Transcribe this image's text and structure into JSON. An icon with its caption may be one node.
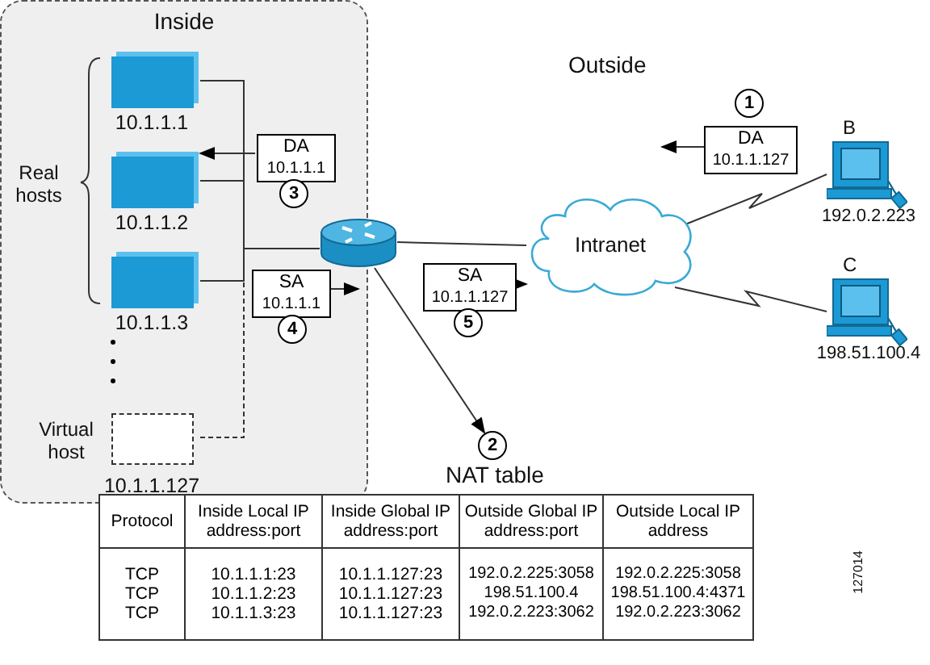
{
  "diagram": {
    "nodes": [
      {
        "text": [
          "Inside"
        ]
      },
      {
        "text": [
          "10.1.1.1"
        ],
        "in": 0
      },
      {
        "text": [
          "10.1.1.2"
        ],
        "in": 0
      },
      {
        "text": [
          "10.1.1.3"
        ],
        "in": 0
      },
      {
        "text": [
          "10.1.1.127"
        ],
        "in": 0,
        "beside": [
          "Virtual host"
        ]
      },
      {
        "text": [],
        "shape": "router"
      },
      {
        "text": [
          "Intranet"
        ]
      },
      {
        "text": [
          "B",
          "192.0.2.223"
        ]
      },
      {
        "text": [
          "C",
          "198.51.100.4"
        ]
      },
      {
        "text": [
          "2"
        ]
      },
      {
        "text": [
          "DA",
          "10.1.1.127"
        ]
      },
      {
        "text": [
          "DA",
          "10.1.1.1"
        ],
        "in": 0
      },
      {
        "text": [
          "SA",
          "10.1.1.1"
        ],
        "in": 0
      },
      {
        "text": [
          "SA",
          "10.1.1.127"
        ]
      },
      {
        "text": [
          "1"
        ]
      },
      {
        "text": [
          "3"
        ],
        "in": 0
      },
      {
        "text": [
          "4"
        ],
        "in": 0
      },
      {
        "text": [
          "5"
        ]
      }
    ],
    "edges": [
      {
        "from": 1,
        "to": 5,
        "arrow": "none"
      },
      {
        "from": 2,
        "to": 5,
        "arrow": "none"
      },
      {
        "from": 3,
        "to": 5,
        "arrow": "none"
      },
      {
        "from": 4,
        "to": 5,
        "arrow": "none",
        "style": "dashed"
      },
      {
        "from": 5,
        "to": 6,
        "arrow": "none"
      },
      {
        "from": 6,
        "to": 7,
        "arrow": "none"
      },
      {
        "from": 6,
        "to": 8,
        "arrow": "none"
      },
      {
        "from": 5,
        "to": 9,
        "arrow": "to"
      },
      {
        "from": 10,
        "to": null,
        "arrow": "to"
      },
      {
        "from": 11,
        "to": 2,
        "arrow": "to"
      },
      {
        "from": 12,
        "to": 5,
        "arrow": "to"
      },
      {
        "from": 13,
        "to": 6,
        "arrow": "to"
      }
    ],
    "labels": [
      "Outside",
      "Real hosts",
      "NAT table",
      "Protocol",
      "Inside Local IP address:port",
      "Inside Global IP address:port",
      "Outside Global IP address:port",
      "Outside Local IP address",
      "TCP",
      "10.1.1.1:23",
      "10.1.1.127:23",
      "192.0.2.225:3058",
      "192.0.2.225:3058",
      "TCP",
      "10.1.1.2:23",
      "10.1.1.127:23",
      "198.51.100.4",
      "198.51.100.4:4371",
      "TCP",
      "10.1.1.3:23",
      "10.1.1.127:23",
      "192.0.2.223:3062",
      "192.0.2.223:3062",
      "127014"
    ]
  }
}
